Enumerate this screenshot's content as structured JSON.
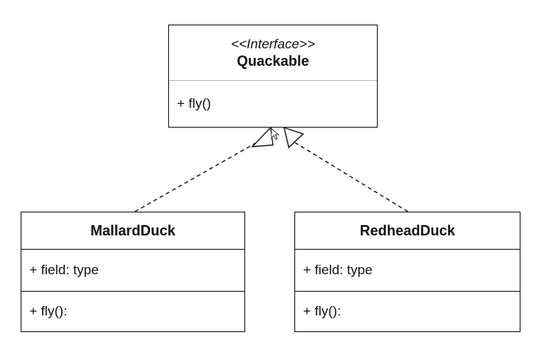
{
  "interface": {
    "stereotype": "<<Interface>>",
    "name": "Quackable",
    "methods": [
      "+ fly()"
    ]
  },
  "classes": [
    {
      "name": "MallardDuck",
      "fields": [
        "+ field: type"
      ],
      "methods": [
        "+ fly():"
      ]
    },
    {
      "name": "RedheadDuck",
      "fields": [
        "+ field: type"
      ],
      "methods": [
        "+ fly():"
      ]
    }
  ],
  "relationships": [
    {
      "from": "MallardDuck",
      "to": "Quackable",
      "type": "realization"
    },
    {
      "from": "RedheadDuck",
      "to": "Quackable",
      "type": "realization"
    }
  ],
  "colors": {
    "line": "#1a1a1a",
    "background": "#ffffff"
  }
}
